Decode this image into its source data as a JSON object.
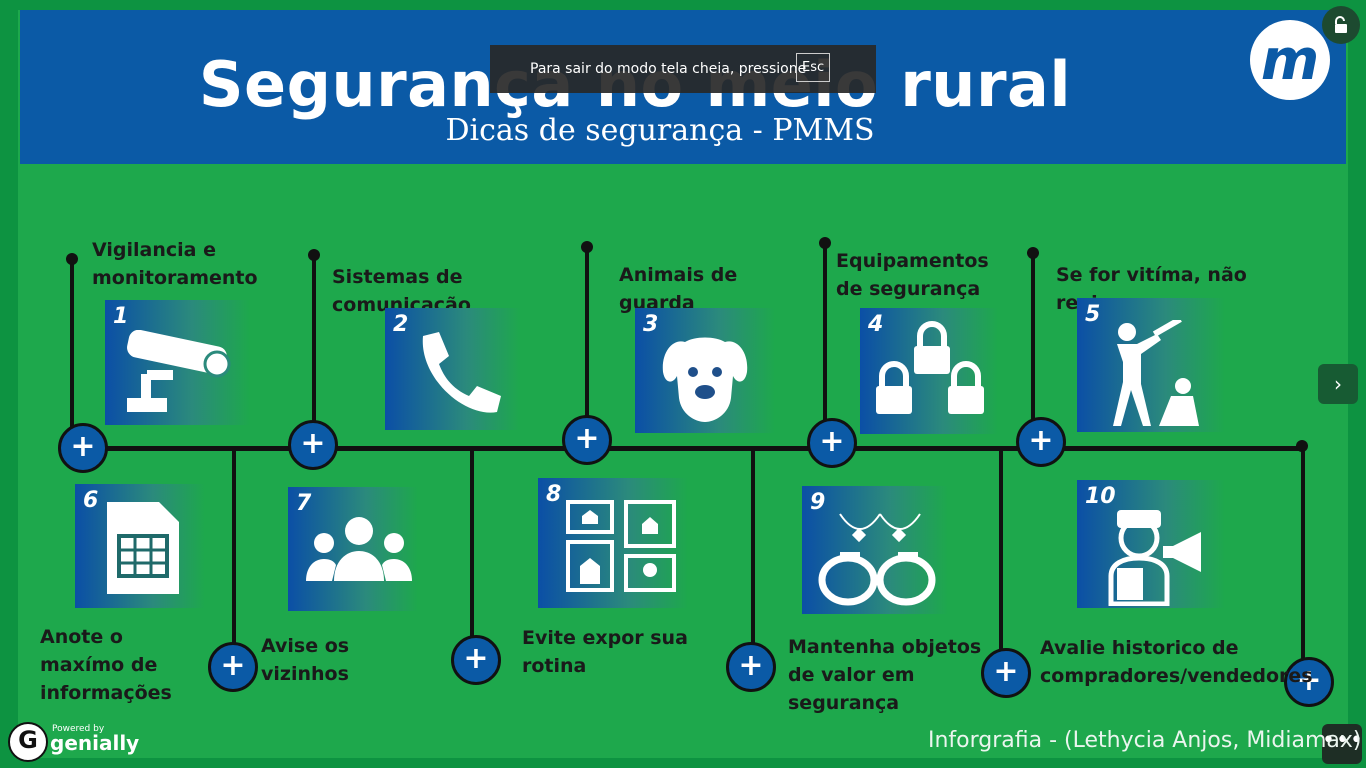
{
  "header": {
    "title": "Segurança no meio rural",
    "subtitle": "Dicas de segurança - PMMS",
    "logo_letter": "m"
  },
  "fullscreen_toast": {
    "message": "Para sair do modo tela cheia, pressione",
    "key": "Esc"
  },
  "controls": {
    "next_icon": "chevron-right-icon",
    "more_icon": "more-icon",
    "lock_icon": "lock-open-icon"
  },
  "tips": [
    {
      "num": "1",
      "label": "Vigilancia e monitoramento",
      "icon": "security-camera-icon"
    },
    {
      "num": "2",
      "label": "Sistemas de comunicação",
      "icon": "phone-icon"
    },
    {
      "num": "3",
      "label": "Animais de guarda",
      "icon": "dog-icon"
    },
    {
      "num": "4",
      "label": "Equipamentos de segurança",
      "icon": "padlocks-icon"
    },
    {
      "num": "5",
      "label": "Se for vitíma, não reaja",
      "icon": "robbery-icon"
    },
    {
      "num": "6",
      "label": "Anote o maxímo de informações",
      "icon": "document-icon"
    },
    {
      "num": "7",
      "label": "Avise os vizinhos",
      "icon": "people-icon"
    },
    {
      "num": "8",
      "label": "Evite expor sua rotina",
      "icon": "map-icon"
    },
    {
      "num": "9",
      "label": "Mantenha objetos de valor em segurança",
      "icon": "jewelry-icon"
    },
    {
      "num": "10",
      "label": "Avalie historico de compradores/vendedores",
      "icon": "vendor-icon"
    }
  ],
  "plus_symbol": "+",
  "credit": "Inforgrafia - (Lethycia Anjos, Midiamax)",
  "branding": {
    "powered_by": "Powered by",
    "name": "genially",
    "mark": "G"
  }
}
